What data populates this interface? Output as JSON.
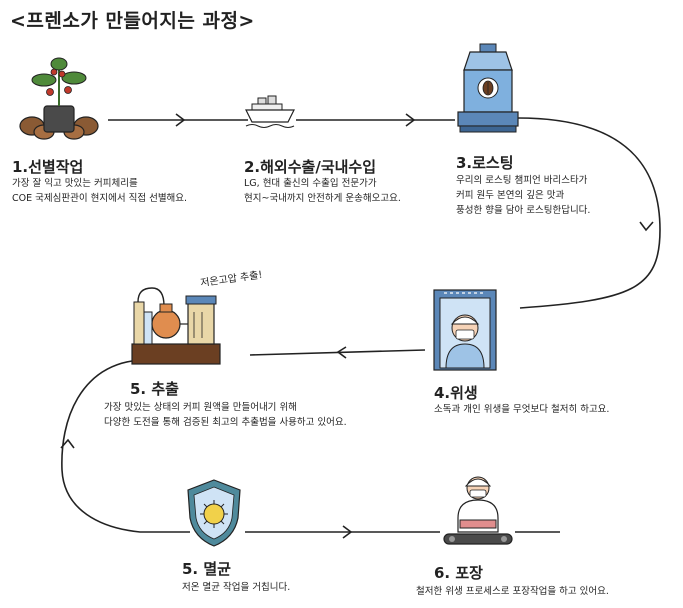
{
  "title": "<프렌소가 만들어지는 과정>",
  "steps": [
    {
      "title": "1.선별작업",
      "desc": [
        "가장 잘 익고 맛있는 커피체리를",
        "COE 국제심판관이 현지에서 직접 선별해요."
      ]
    },
    {
      "title": "2.해외수출/국내수입",
      "desc": [
        "LG, 현대 출신의 수출입 전문가가",
        "현지~국내까지 안전하게 운송해오고요."
      ]
    },
    {
      "title": "3.로스팅",
      "desc": [
        "우리의 로스팅 챔피언 바리스타가",
        "커피 원두 본연의 깊은 맛과",
        "풍성한 향을 담아 로스팅한답니다."
      ]
    },
    {
      "title": "4.위생",
      "desc": [
        "소독과 개인 위생을 무엇보다 철저히 하고요."
      ]
    },
    {
      "title": "5. 추출",
      "desc": [
        "가장 맛있는 상태의 커피 원액을 만들어내기 위해",
        "다양한 도전을 통해 검증된 최고의 추출법을 사용하고 있어요."
      ]
    },
    {
      "title": "5. 멸균",
      "desc": [
        "저온 멸균 작업을 거칩니다."
      ]
    },
    {
      "title": "6. 포장",
      "desc": [
        "철저한 위생 프로세스로 포장작업을 하고 있어요."
      ]
    }
  ],
  "extraction_note": "저온고압 추출!",
  "icons": [
    "coffee-plant-icon",
    "cargo-ship-icon",
    "roaster-machine-icon",
    "hygiene-worker-icon",
    "extraction-machine-icon",
    "sterilization-shield-icon",
    "packaging-worker-icon"
  ]
}
